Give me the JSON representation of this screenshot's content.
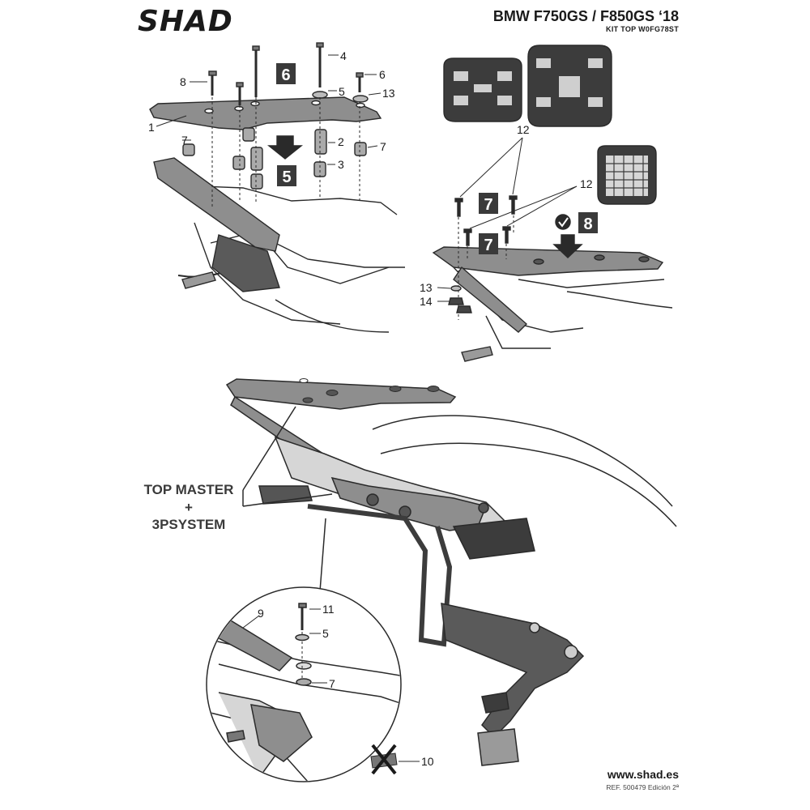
{
  "header": {
    "brand": "SHAD",
    "model": "BMW F750GS / F850GS ‘18",
    "kit": "KIT TOP W0FG78ST"
  },
  "footer": {
    "website": "www.shad.es",
    "reference": "REF. 500479 Edición 2ª"
  },
  "system_label": {
    "line1": "TOP MASTER",
    "line2": "+",
    "line3": "3PSYSTEM"
  },
  "steps": {
    "s5": "5",
    "s6": "6",
    "s7a": "7",
    "s7b": "7",
    "s8": "8"
  },
  "callouts": {
    "c1": "1",
    "c2": "2",
    "c3": "3",
    "c4": "4",
    "c5": "5",
    "c6": "6",
    "c7a": "7",
    "c7b": "7",
    "c8": "8",
    "c13a": "13",
    "c12a": "12",
    "c12b": "12",
    "c13b": "13",
    "c14": "14",
    "c9": "9",
    "c11": "11",
    "c5b": "5",
    "c7c": "7",
    "c10": "10"
  },
  "colors": {
    "ink": "#2a2a2a",
    "plate_fill": "#8e8e8e",
    "dark_fill": "#3c3c3c",
    "step_box": "#3a3a3a",
    "light_fill": "#d6d6d6"
  }
}
